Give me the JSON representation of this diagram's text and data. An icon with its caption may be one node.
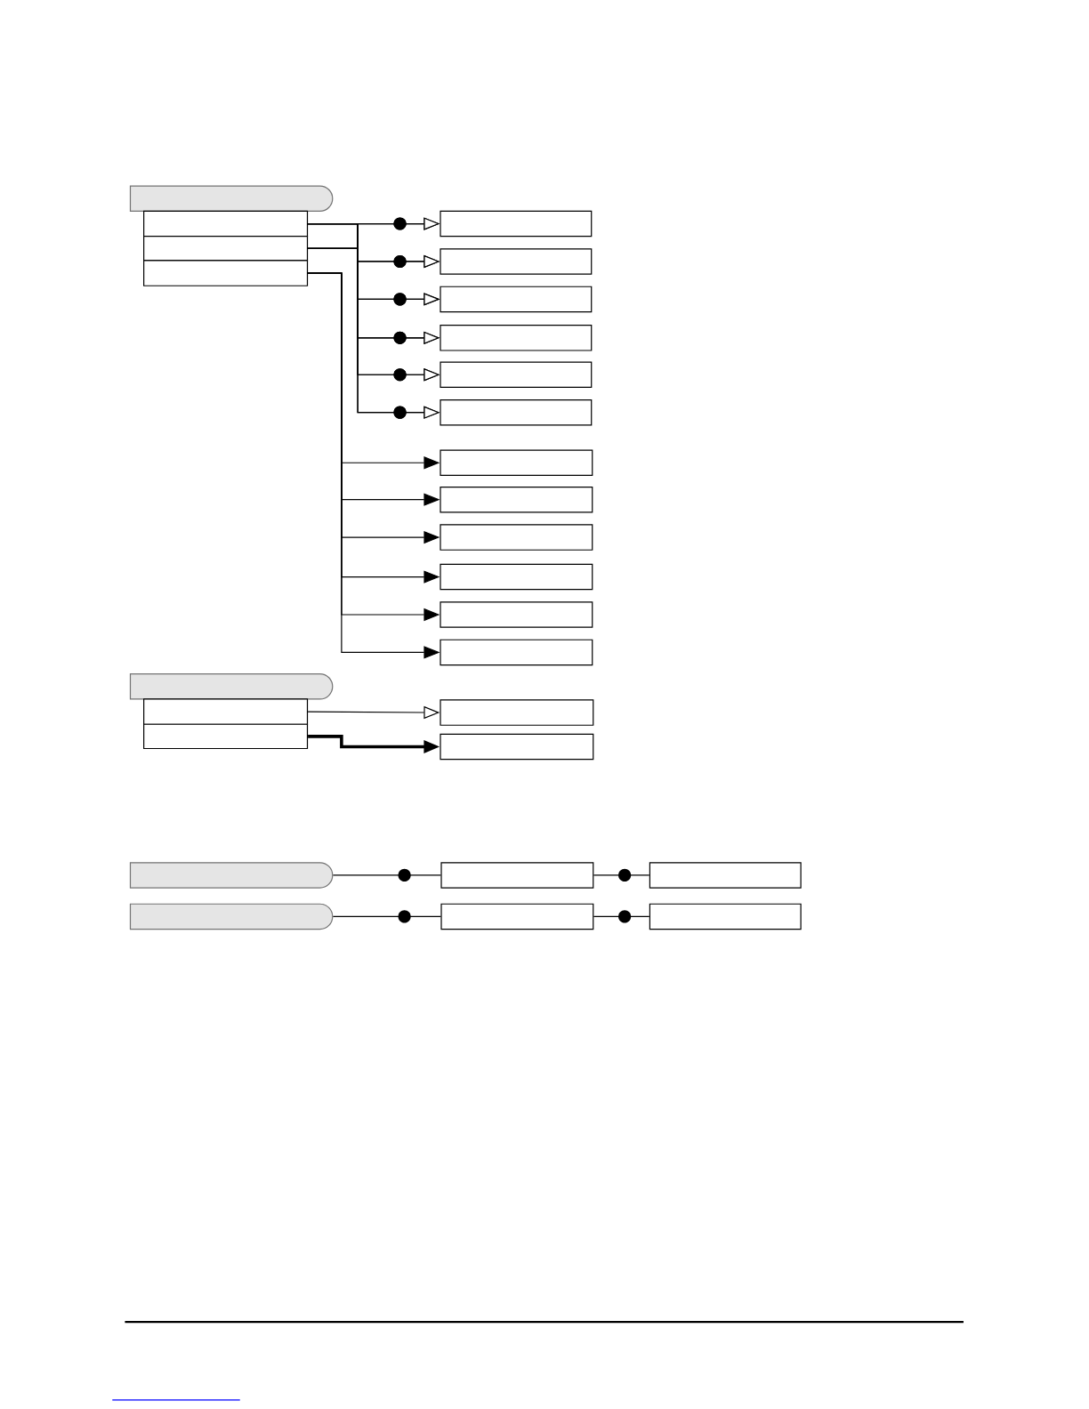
{
  "diagram": {
    "nodes": [
      {
        "text": [],
        "shape": "pill"
      },
      {
        "text": [],
        "shape": "box"
      },
      {
        "text": [],
        "shape": "box"
      },
      {
        "text": [],
        "shape": "box"
      },
      {
        "text": [],
        "shape": "box"
      },
      {
        "text": [],
        "shape": "box"
      },
      {
        "text": [],
        "shape": "box"
      },
      {
        "text": [],
        "shape": "box"
      },
      {
        "text": [],
        "shape": "box"
      },
      {
        "text": [],
        "shape": "box"
      },
      {
        "text": [],
        "shape": "box"
      },
      {
        "text": [],
        "shape": "box"
      },
      {
        "text": [],
        "shape": "box"
      },
      {
        "text": [],
        "shape": "box"
      },
      {
        "text": [],
        "shape": "box"
      },
      {
        "text": [],
        "shape": "box"
      },
      {
        "text": [],
        "shape": "pill"
      },
      {
        "text": [],
        "shape": "box"
      },
      {
        "text": [],
        "shape": "box"
      },
      {
        "text": [],
        "shape": "box"
      },
      {
        "text": [],
        "shape": "box"
      },
      {
        "text": [],
        "shape": "pill"
      },
      {
        "text": [],
        "shape": "box"
      },
      {
        "text": [],
        "shape": "box"
      },
      {
        "text": [],
        "shape": "pill"
      },
      {
        "text": [],
        "shape": "box"
      },
      {
        "text": [],
        "shape": "box"
      }
    ],
    "edges": [
      {
        "from": 1,
        "to": 4,
        "arrow": "to"
      },
      {
        "from": 1,
        "to": 5,
        "arrow": "to"
      },
      {
        "from": 1,
        "to": 6,
        "arrow": "to"
      },
      {
        "from": 1,
        "to": 7,
        "arrow": "to"
      },
      {
        "from": 1,
        "to": 8,
        "arrow": "to"
      },
      {
        "from": 1,
        "to": 9,
        "arrow": "to"
      },
      {
        "from": 2,
        "to": 4,
        "arrow": "to"
      },
      {
        "from": 2,
        "to": 5,
        "arrow": "to"
      },
      {
        "from": 2,
        "to": 6,
        "arrow": "to"
      },
      {
        "from": 2,
        "to": 7,
        "arrow": "to"
      },
      {
        "from": 2,
        "to": 8,
        "arrow": "to"
      },
      {
        "from": 2,
        "to": 9,
        "arrow": "to"
      },
      {
        "from": 3,
        "to": 10,
        "arrow": "to"
      },
      {
        "from": 3,
        "to": 11,
        "arrow": "to"
      },
      {
        "from": 3,
        "to": 12,
        "arrow": "to"
      },
      {
        "from": 3,
        "to": 13,
        "arrow": "to"
      },
      {
        "from": 3,
        "to": 14,
        "arrow": "to"
      },
      {
        "from": 3,
        "to": 15,
        "arrow": "to"
      },
      {
        "from": 17,
        "to": 19,
        "arrow": "to"
      },
      {
        "from": 18,
        "to": 20,
        "arrow": "to",
        "style": "thick"
      },
      {
        "from": 21,
        "to": 22,
        "arrow": "none"
      },
      {
        "from": 22,
        "to": 23,
        "arrow": "none"
      },
      {
        "from": 24,
        "to": 25,
        "arrow": "none"
      },
      {
        "from": 25,
        "to": 26,
        "arrow": "none"
      }
    ]
  }
}
